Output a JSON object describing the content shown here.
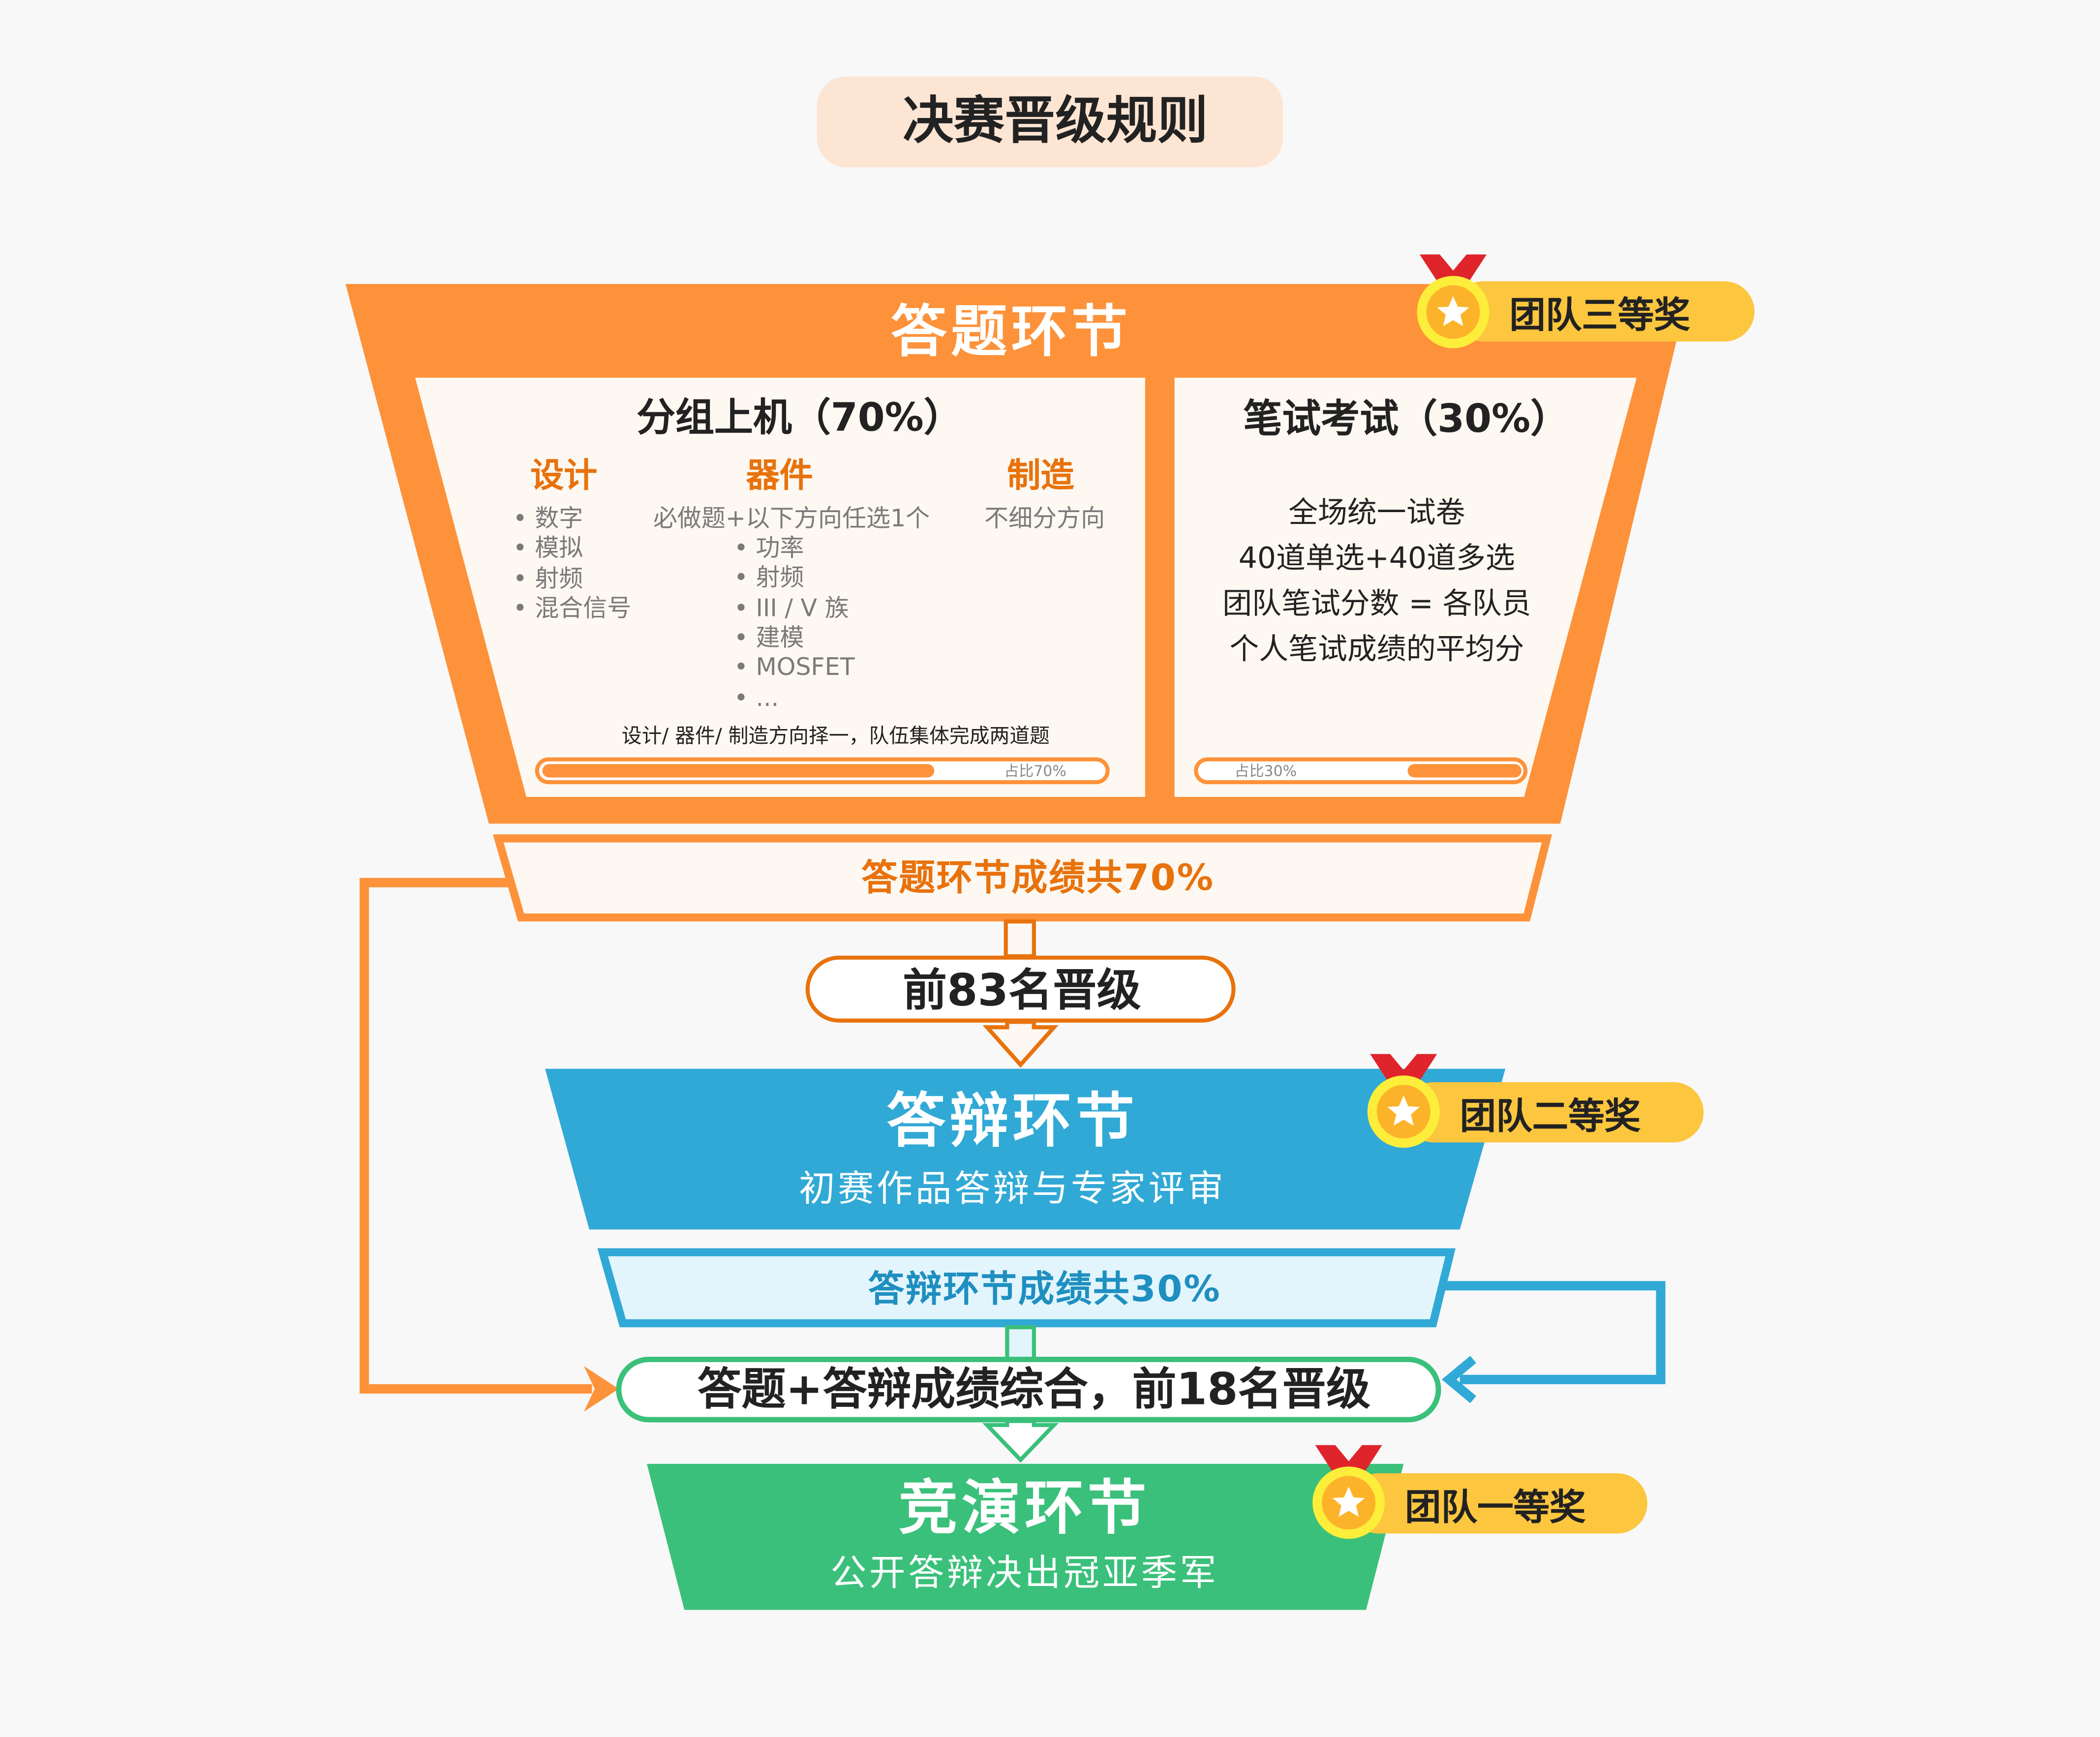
{
  "title": "决赛晋级规则",
  "stage1": {
    "title": "答题环节",
    "award": "团队三等奖",
    "left": {
      "heading": "分组上机（70%）",
      "columns": [
        {
          "label": "设计",
          "note": "",
          "items": [
            "数字",
            "模拟",
            "射频",
            "混合信号"
          ]
        },
        {
          "label": "器件",
          "note": "必做题+以下方向任选1个",
          "items": [
            "功率",
            "射频",
            "III / V 族",
            "建模",
            "MOSFET",
            "..."
          ]
        },
        {
          "label": "制造",
          "note": "不细分方向",
          "items": []
        }
      ],
      "footnote": "设计/ 器件/ 制造方向择一，队伍集体完成两道题",
      "progress_label": "占比70%",
      "progress": 70
    },
    "right": {
      "heading": "笔试考试（30%）",
      "lines": [
        "全场统一试卷",
        "40道单选+40道多选",
        "团队笔试分数 = 各队员",
        "个人笔试成绩的平均分"
      ],
      "progress_label": "占比30%",
      "progress": 30
    },
    "score_band": "答题环节成绩共70%",
    "advance": "前83名晋级"
  },
  "stage2": {
    "title": "答辩环节",
    "subtitle": "初赛作品答辩与专家评审",
    "award": "团队二等奖",
    "score_band": "答辩环节成绩共30%",
    "advance": "答题+答辩成绩综合，前18名晋级"
  },
  "stage3": {
    "title": "竞演环节",
    "subtitle": "公开答辩决出冠亚季军",
    "award": "团队一等奖"
  },
  "colors": {
    "orange": "#fd923a",
    "orange_text": "#e8720c",
    "blue": "#31a9d6",
    "green": "#3ac07a",
    "gold": "#fcc63e",
    "red": "#e0242c"
  }
}
